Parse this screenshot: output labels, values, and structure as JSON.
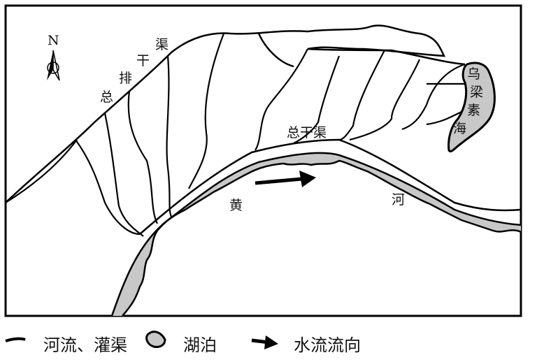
{
  "map": {
    "north_label": "N",
    "drain_canal_chars": [
      "总",
      "排",
      "干",
      "渠"
    ],
    "main_canal_label": "总干渠",
    "lake_chars": [
      "乌",
      "梁",
      "素",
      "海"
    ],
    "river_chars": [
      "黄",
      "河"
    ]
  },
  "legend": {
    "river_canal": "河流、灌渠",
    "lake": "湖泊",
    "flow_direction": "水流流向"
  },
  "colors": {
    "lake_fill": "#c8c8c8",
    "line": "#000000"
  }
}
